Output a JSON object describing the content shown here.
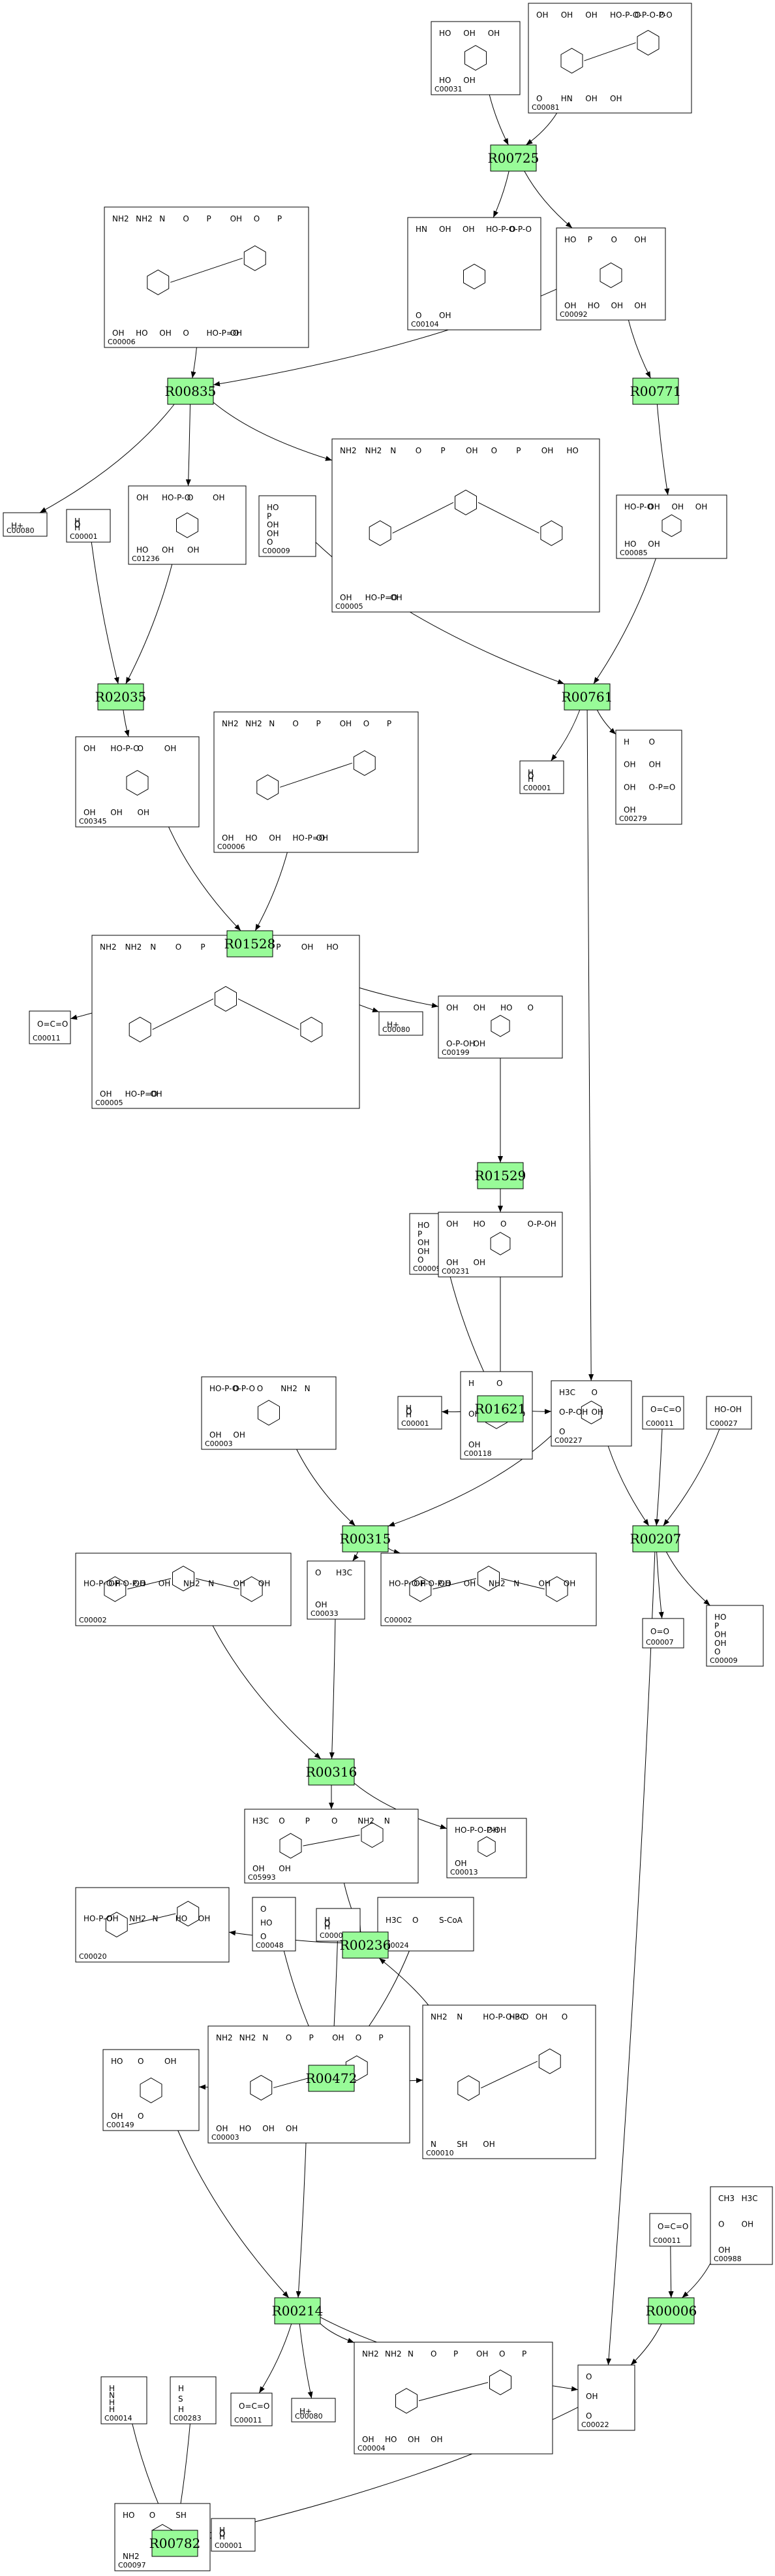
{
  "reactions": [
    {
      "id": "r_R00725",
      "label": "R00725"
    },
    {
      "id": "r_R00835",
      "label": "R00835"
    },
    {
      "id": "r_R00771",
      "label": "R00771"
    },
    {
      "id": "r_R02035",
      "label": "R02035"
    },
    {
      "id": "r_R00761",
      "label": "R00761"
    },
    {
      "id": "r_R01528",
      "label": "R01528"
    },
    {
      "id": "r_R01529",
      "label": "R01529"
    },
    {
      "id": "r_R01621",
      "label": "R01621"
    },
    {
      "id": "r_R00315",
      "label": "R00315"
    },
    {
      "id": "r_R00207",
      "label": "R00207"
    },
    {
      "id": "r_R00316",
      "label": "R00316"
    },
    {
      "id": "r_R00236",
      "label": "R00236"
    },
    {
      "id": "r_R00472",
      "label": "R00472"
    },
    {
      "id": "r_R00214",
      "label": "R00214"
    },
    {
      "id": "r_R00006",
      "label": "R00006"
    },
    {
      "id": "r_R00782",
      "label": "R00782"
    }
  ],
  "compounds": [
    {
      "id": "c_C00031",
      "label": "C00031",
      "atoms": [
        "HO",
        "OH",
        "OH",
        "HO",
        "OH"
      ]
    },
    {
      "id": "c_C00081",
      "label": "C00081",
      "atoms": [
        "OH",
        "OH",
        "OH",
        "HO-P-O-P-O-P-O",
        "O",
        "O",
        "O",
        "HN",
        "OH",
        "OH"
      ]
    },
    {
      "id": "c_C00104",
      "label": "C00104",
      "atoms": [
        "HN",
        "OH",
        "OH",
        "HO-P-O-P-O",
        "O",
        "O",
        "OH"
      ]
    },
    {
      "id": "c_C00092",
      "label": "C00092",
      "atoms": [
        "HO",
        "P",
        "O",
        "OH",
        "OH",
        "HO",
        "OH",
        "OH"
      ]
    },
    {
      "id": "c_C00006_a",
      "label": "C00006",
      "atoms": [
        "NH2",
        "NH2",
        "N",
        "O",
        "P",
        "OH",
        "O",
        "P",
        "OH",
        "HO",
        "OH",
        "O",
        "HO-P=O",
        "OH"
      ]
    },
    {
      "id": "c_C00080_a",
      "label": "C00080",
      "atoms": [
        "H+"
      ]
    },
    {
      "id": "c_C00001_a",
      "label": "C00001",
      "atoms": [
        "H",
        "O",
        "H"
      ]
    },
    {
      "id": "c_C01236",
      "label": "C01236",
      "atoms": [
        "OH",
        "HO-P-O",
        "O",
        "OH",
        "HO",
        "OH",
        "OH"
      ]
    },
    {
      "id": "c_C00009_a",
      "label": "C00009",
      "atoms": [
        "HO",
        "P",
        "OH",
        "OH",
        "O"
      ]
    },
    {
      "id": "c_C00005_a",
      "label": "C00005",
      "atoms": [
        "NH2",
        "NH2",
        "N",
        "O",
        "P",
        "OH",
        "O",
        "P",
        "OH",
        "HO",
        "OH",
        "HO-P=O",
        "OH"
      ]
    },
    {
      "id": "c_C00085",
      "label": "C00085",
      "atoms": [
        "HO-P-O",
        "OH",
        "OH",
        "OH",
        "HO",
        "OH"
      ]
    },
    {
      "id": "c_C00345",
      "label": "C00345",
      "atoms": [
        "OH",
        "HO-P-O",
        "O",
        "OH",
        "OH",
        "OH",
        "OH"
      ]
    },
    {
      "id": "c_C00006_b",
      "label": "C00006",
      "atoms": [
        "NH2",
        "NH2",
        "N",
        "O",
        "P",
        "OH",
        "O",
        "P",
        "OH",
        "HO",
        "OH",
        "HO-P=O",
        "OH"
      ]
    },
    {
      "id": "c_C00001_b",
      "label": "C00001",
      "atoms": [
        "H",
        "O",
        "H"
      ]
    },
    {
      "id": "c_C00279",
      "label": "C00279",
      "atoms": [
        "H",
        "O",
        "OH",
        "OH",
        "OH",
        "O-P=O",
        "OH"
      ]
    },
    {
      "id": "c_C00011_a",
      "label": "C00011",
      "atoms": [
        "O=C=O"
      ]
    },
    {
      "id": "c_C00005_b",
      "label": "C00005",
      "atoms": [
        "NH2",
        "NH2",
        "N",
        "O",
        "P",
        "OH",
        "O",
        "P",
        "OH",
        "HO",
        "OH",
        "HO-P=O",
        "OH"
      ]
    },
    {
      "id": "c_C00080_b",
      "label": "C00080",
      "atoms": [
        "H+"
      ]
    },
    {
      "id": "c_C00199",
      "label": "C00199",
      "atoms": [
        "OH",
        "OH",
        "HO",
        "O",
        "O-P-OH",
        "OH"
      ]
    },
    {
      "id": "c_C00009_b",
      "label": "C00009",
      "atoms": [
        "HO",
        "P",
        "OH",
        "OH",
        "O"
      ]
    },
    {
      "id": "c_C00231",
      "label": "C00231",
      "atoms": [
        "OH",
        "HO",
        "O",
        "O-P-OH",
        "OH",
        "OH"
      ]
    },
    {
      "id": "c_C00003_a",
      "label": "C00003",
      "atoms": [
        "HO-P-O-P-O",
        "O",
        "O",
        "NH2",
        "N",
        "OH",
        "OH"
      ]
    },
    {
      "id": "c_C00001_c",
      "label": "C00001",
      "atoms": [
        "H",
        "O",
        "H"
      ]
    },
    {
      "id": "c_C00118",
      "label": "C00118",
      "atoms": [
        "H",
        "O",
        "OH",
        "HO-P-O",
        "OH"
      ]
    },
    {
      "id": "c_C00227",
      "label": "C00227",
      "atoms": [
        "H3C",
        "O",
        "O-P-OH",
        "OH",
        "O"
      ]
    },
    {
      "id": "c_C00011_b",
      "label": "C00011",
      "atoms": [
        "O=C=O"
      ]
    },
    {
      "id": "c_C00027",
      "label": "C00027",
      "atoms": [
        "HO-OH"
      ]
    },
    {
      "id": "c_C00002_a",
      "label": "C00002",
      "atoms": [
        "HO-P-O-P-O-P-O",
        "OH",
        "OH",
        "OH",
        "NH2",
        "N",
        "OH",
        "OH"
      ]
    },
    {
      "id": "c_C00033",
      "label": "C00033",
      "atoms": [
        "O",
        "H3C",
        "OH"
      ]
    },
    {
      "id": "c_C00002_b",
      "label": "C00002",
      "atoms": [
        "HO-P-O-P-O-P-O",
        "OH",
        "OH",
        "OH",
        "NH2",
        "N",
        "OH",
        "OH"
      ]
    },
    {
      "id": "c_C00007",
      "label": "C00007",
      "atoms": [
        "O=O"
      ]
    },
    {
      "id": "c_C00009_c",
      "label": "C00009",
      "atoms": [
        "HO",
        "P",
        "OH",
        "OH",
        "O"
      ]
    },
    {
      "id": "c_C05993",
      "label": "C05993",
      "atoms": [
        "H3C",
        "O",
        "P",
        "O",
        "NH2",
        "N",
        "OH",
        "OH"
      ]
    },
    {
      "id": "c_C00013",
      "label": "C00013",
      "atoms": [
        "HO-P-O-P-OH",
        "OH",
        "OH"
      ]
    },
    {
      "id": "c_C00020",
      "label": "C00020",
      "atoms": [
        "HO-P-O",
        "OH",
        "NH2",
        "N",
        "HO",
        "OH"
      ]
    },
    {
      "id": "c_C00048",
      "label": "C00048",
      "atoms": [
        "O",
        "HO",
        "O"
      ]
    },
    {
      "id": "c_C00001_d",
      "label": "C00001",
      "atoms": [
        "H",
        "O",
        "H"
      ]
    },
    {
      "id": "c_C00024",
      "label": "C00024",
      "atoms": [
        "H3C",
        "O",
        "S-CoA"
      ]
    },
    {
      "id": "c_C00149",
      "label": "C00149",
      "atoms": [
        "HO",
        "O",
        "OH",
        "OH",
        "O"
      ]
    },
    {
      "id": "c_C00003_b",
      "label": "C00003",
      "atoms": [
        "NH2",
        "NH2",
        "N",
        "O",
        "P",
        "OH",
        "O",
        "P",
        "OH",
        "HO",
        "OH",
        "OH"
      ]
    },
    {
      "id": "c_C00010",
      "label": "C00010",
      "atoms": [
        "NH2",
        "N",
        "HO-P-O-P-O",
        "H3C",
        "OH",
        "O",
        "N",
        "SH",
        "OH"
      ]
    },
    {
      "id": "c_C00011_c",
      "label": "C00011",
      "atoms": [
        "O=C=O"
      ]
    },
    {
      "id": "c_C00988",
      "label": "C00988",
      "atoms": [
        "CH3",
        "H3C",
        "O",
        "OH",
        "OH"
      ]
    },
    {
      "id": "c_C00014",
      "label": "C00014",
      "atoms": [
        "H",
        "N",
        "H",
        "H"
      ]
    },
    {
      "id": "c_C00283",
      "label": "C00283",
      "atoms": [
        "H",
        "S",
        "H"
      ]
    },
    {
      "id": "c_C00011_d",
      "label": "C00011",
      "atoms": [
        "O=C=O"
      ]
    },
    {
      "id": "c_C00080_c",
      "label": "C00080",
      "atoms": [
        "H+"
      ]
    },
    {
      "id": "c_C00004",
      "label": "C00004",
      "atoms": [
        "NH2",
        "NH2",
        "N",
        "O",
        "P",
        "OH",
        "O",
        "P",
        "OH",
        "HO",
        "OH",
        "OH"
      ]
    },
    {
      "id": "c_C00022",
      "label": "C00022",
      "atoms": [
        "O",
        "OH",
        "O"
      ]
    },
    {
      "id": "c_C00097",
      "label": "C00097",
      "atoms": [
        "HO",
        "O",
        "SH",
        "NH2"
      ]
    },
    {
      "id": "c_C00001_e",
      "label": "C00001",
      "atoms": [
        "H",
        "O",
        "H"
      ]
    }
  ],
  "edges": [
    [
      "c_C00031",
      "r_R00725"
    ],
    [
      "c_C00081",
      "r_R00725"
    ],
    [
      "r_R00725",
      "c_C00104"
    ],
    [
      "r_R00725",
      "c_C00092"
    ],
    [
      "c_C00006_a",
      "r_R00835"
    ],
    [
      "c_C00092",
      "r_R00835"
    ],
    [
      "c_C00092",
      "r_R00771"
    ],
    [
      "r_R00835",
      "c_C00080_a"
    ],
    [
      "r_R00835",
      "c_C01236"
    ],
    [
      "r_R00835",
      "c_C00005_a"
    ],
    [
      "r_R00771",
      "c_C00085"
    ],
    [
      "c_C00001_a",
      "r_R02035"
    ],
    [
      "c_C01236",
      "r_R02035"
    ],
    [
      "r_R02035",
      "c_C00345"
    ],
    [
      "c_C00009_a",
      "r_R00761"
    ],
    [
      "c_C00085",
      "r_R00761"
    ],
    [
      "r_R00761",
      "c_C00001_b"
    ],
    [
      "r_R00761",
      "c_C00279"
    ],
    [
      "r_R00761",
      "c_C00227"
    ],
    [
      "c_C00345",
      "r_R01528"
    ],
    [
      "c_C00006_b",
      "r_R01528"
    ],
    [
      "r_R01528",
      "c_C00011_a"
    ],
    [
      "r_R01528",
      "c_C00005_b"
    ],
    [
      "r_R01528",
      "c_C00080_b"
    ],
    [
      "r_R01528",
      "c_C00199"
    ],
    [
      "c_C00199",
      "r_R01529"
    ],
    [
      "r_R01529",
      "c_C00231"
    ],
    [
      "c_C00009_b",
      "r_R01621"
    ],
    [
      "c_C00231",
      "r_R01621"
    ],
    [
      "r_R01621",
      "c_C00001_c"
    ],
    [
      "r_R01621",
      "c_C00118"
    ],
    [
      "r_R01621",
      "c_C00227"
    ],
    [
      "c_C00003_a",
      "r_R00315"
    ],
    [
      "c_C00227",
      "r_R00315"
    ],
    [
      "r_R00315",
      "c_C00033"
    ],
    [
      "r_R00315",
      "c_C00002_b"
    ],
    [
      "c_C00227",
      "r_R00207"
    ],
    [
      "c_C00011_b",
      "r_R00207"
    ],
    [
      "c_C00027",
      "r_R00207"
    ],
    [
      "r_R00207",
      "c_C00007"
    ],
    [
      "r_R00207",
      "c_C00009_c"
    ],
    [
      "r_R00207",
      "c_C00022"
    ],
    [
      "c_C00002_a",
      "r_R00316"
    ],
    [
      "c_C00033",
      "r_R00316"
    ],
    [
      "r_R00316",
      "c_C05993"
    ],
    [
      "r_R00316",
      "c_C00013"
    ],
    [
      "c_C05993",
      "r_R00236"
    ],
    [
      "c_C00010",
      "r_R00236"
    ],
    [
      "r_R00236",
      "c_C00020"
    ],
    [
      "r_R00236",
      "c_C00024"
    ],
    [
      "c_C00048",
      "r_R00472"
    ],
    [
      "c_C00001_d",
      "r_R00472"
    ],
    [
      "c_C00024",
      "r_R00472"
    ],
    [
      "r_R00472",
      "c_C00149"
    ],
    [
      "r_R00472",
      "c_C00010"
    ],
    [
      "c_C00149",
      "r_R00214"
    ],
    [
      "c_C00003_b",
      "r_R00214"
    ],
    [
      "r_R00214",
      "c_C00011_d"
    ],
    [
      "r_R00214",
      "c_C00080_c"
    ],
    [
      "r_R00214",
      "c_C00004"
    ],
    [
      "r_R00214",
      "c_C00022"
    ],
    [
      "c_C00011_c",
      "r_R00006"
    ],
    [
      "c_C00988",
      "r_R00006"
    ],
    [
      "r_R00006",
      "c_C00022"
    ],
    [
      "c_C00014",
      "r_R00782"
    ],
    [
      "c_C00283",
      "r_R00782"
    ],
    [
      "c_C00022",
      "r_R00782"
    ],
    [
      "r_R00782",
      "c_C00097"
    ],
    [
      "r_R00782",
      "c_C00001_e"
    ]
  ]
}
